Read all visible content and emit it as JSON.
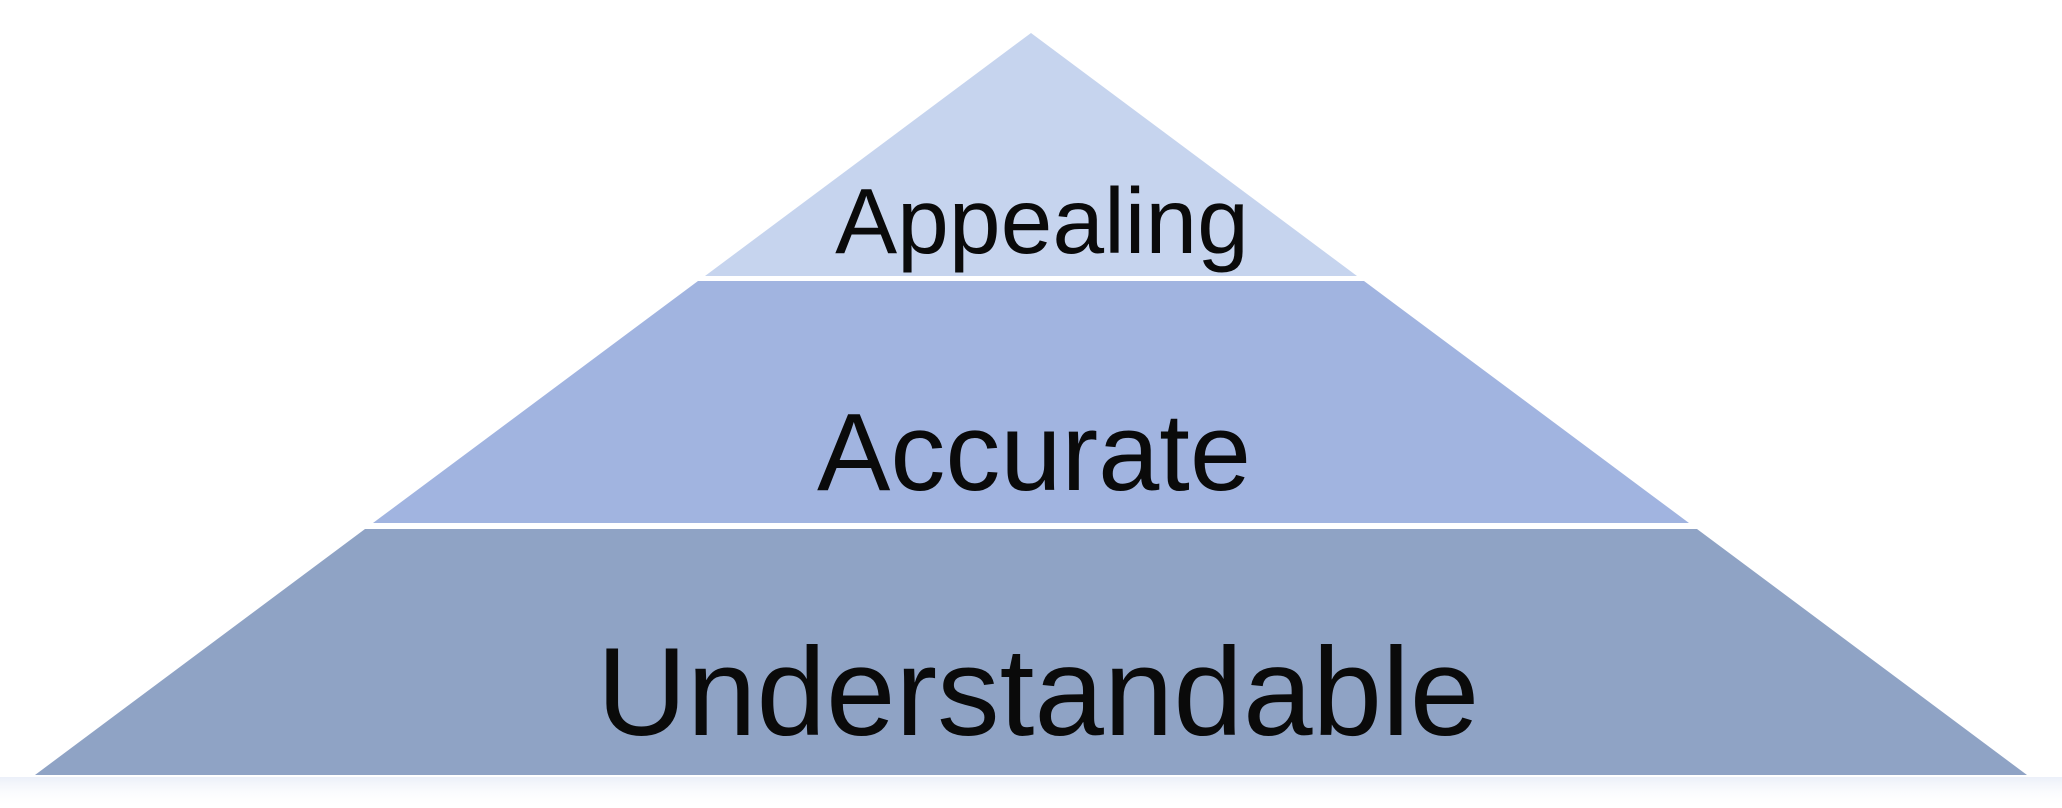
{
  "diagram": {
    "type": "pyramid",
    "description": "three-tier pyramid diagram",
    "text_color": "#0a0a0a",
    "background_color": "#ffffff",
    "separator_color": "#ffffff",
    "base_glow_color": "#e9eef8",
    "layers": [
      {
        "label": "Appealing",
        "position": "top",
        "color": "#c6d4ee"
      },
      {
        "label": "Accurate",
        "position": "middle",
        "color": "#a1b4e0"
      },
      {
        "label": "Understandable",
        "position": "bottom",
        "color": "#8fa3c5"
      }
    ]
  }
}
